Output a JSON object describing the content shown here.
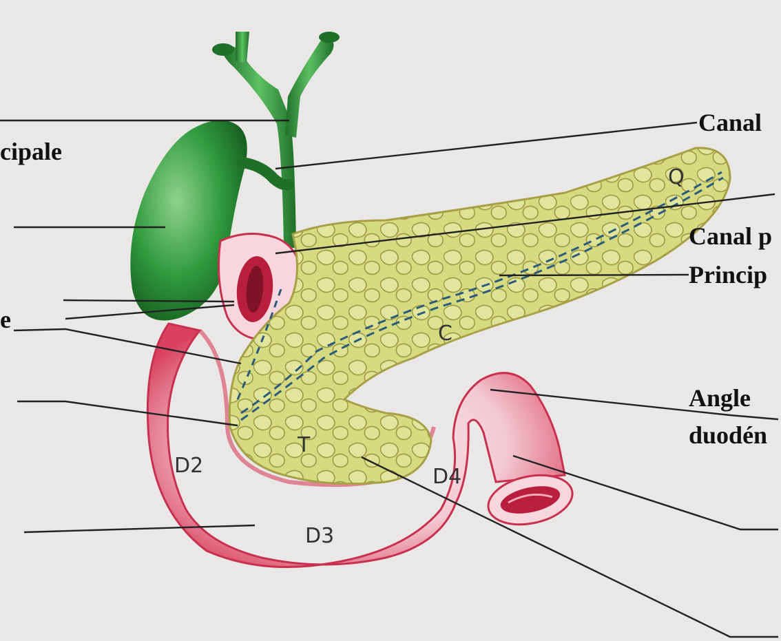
{
  "labels": {
    "canal": "Canal",
    "cipale": "cipale",
    "canal_p": "Canal p",
    "princip": "Princip",
    "e_partial": "e",
    "angle": "Angle",
    "duoden": "duodén"
  },
  "segments": {
    "d2": "D2",
    "d3": "D3",
    "d4": "D4",
    "t": "T",
    "c": "C",
    "q": "Q"
  },
  "colors": {
    "background": "#e9e8e6",
    "gallbladder": "#2f8f3a",
    "bile_duct": "#2b8a36",
    "pancreas": "#cfd67a",
    "pancreas_edge": "#a6a046",
    "duodenum": "#f4cfd6",
    "duodenum_edge": "#cc3d5a",
    "leader_line": "#222222"
  }
}
